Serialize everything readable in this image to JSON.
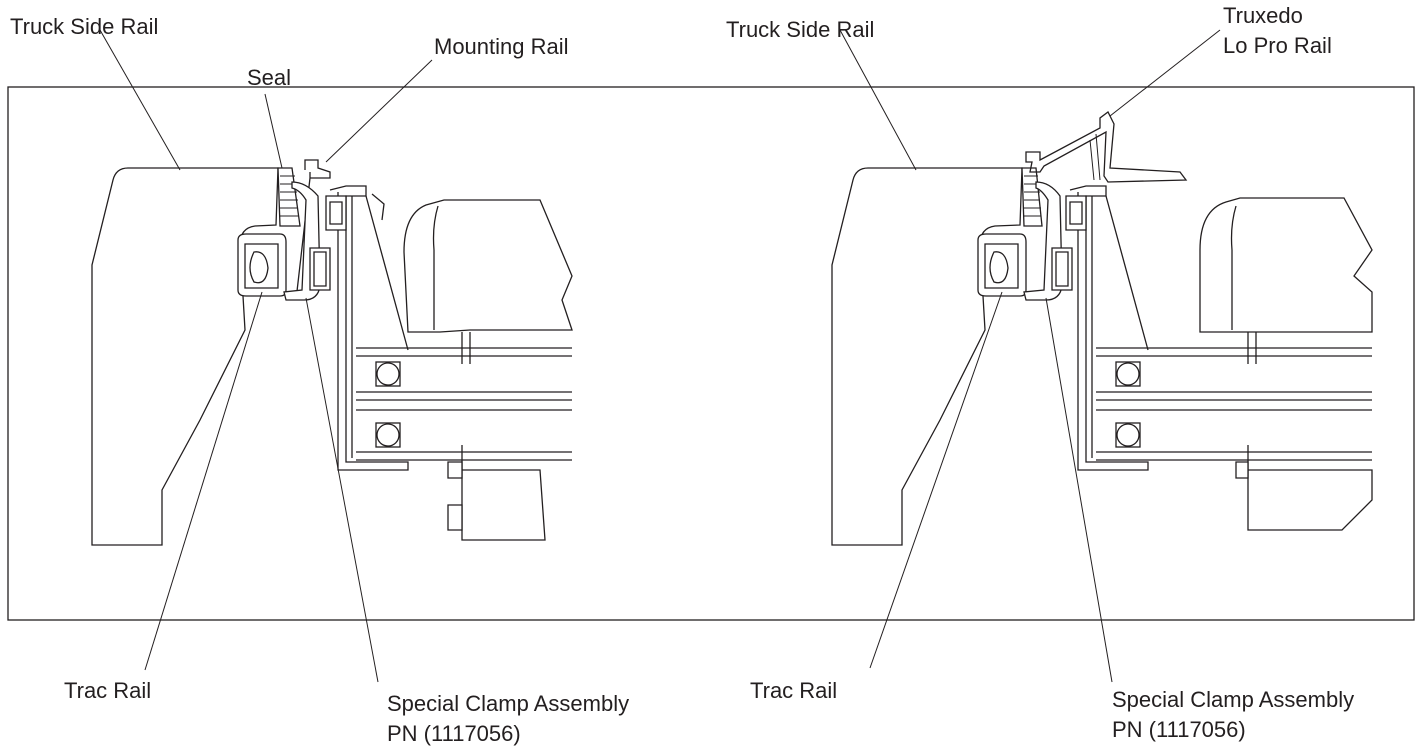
{
  "labels": {
    "left": {
      "truck_side_rail": "Truck Side Rail",
      "seal": "Seal",
      "mounting_rail": "Mounting Rail",
      "trac_rail": "Trac Rail",
      "clamp_line1": "Special Clamp Assembly",
      "clamp_line2": "PN (1117056)"
    },
    "right": {
      "truck_side_rail": "Truck Side Rail",
      "lo_pro_line1": "Truxedo",
      "lo_pro_line2": "Lo Pro Rail",
      "trac_rail": "Trac Rail",
      "clamp_line1": "Special Clamp Assembly",
      "clamp_line2": "PN (1117056)"
    }
  },
  "colors": {
    "line": "#231f20",
    "background": "#ffffff"
  }
}
